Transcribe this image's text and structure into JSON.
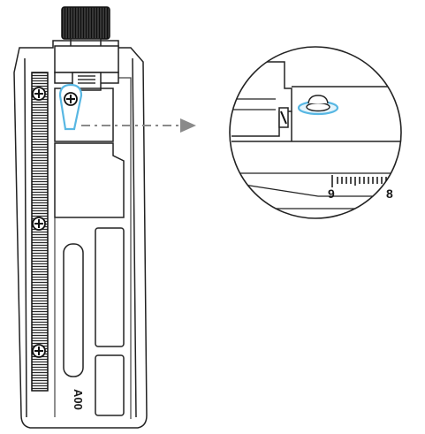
{
  "device": {
    "model_label": "A00"
  },
  "callout": {
    "scale_labels": [
      "9",
      "8"
    ]
  },
  "colors": {
    "highlight": "#58b7e3",
    "line": "#222222",
    "arrow": "#8a8a8a",
    "background": "#ffffff"
  }
}
